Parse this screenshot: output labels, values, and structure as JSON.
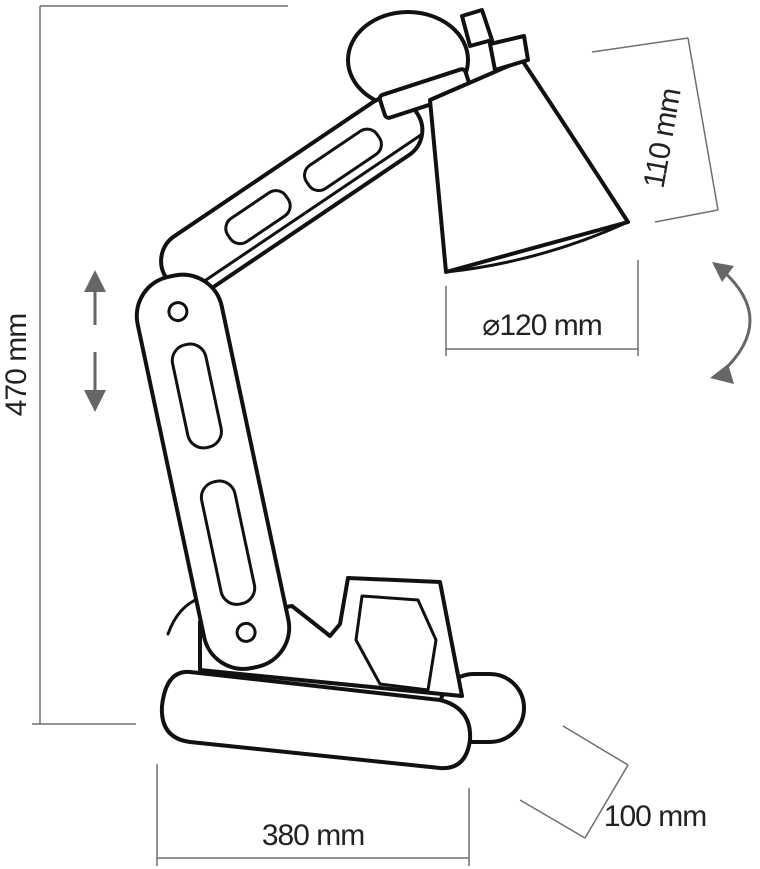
{
  "dimensions": {
    "height": "470 mm",
    "shade_height": "110 mm",
    "shade_diameter": "⌀120 mm",
    "base_length": "380 mm",
    "base_depth": "100 mm"
  },
  "colors": {
    "outline": "#111111",
    "dimension_line": "#6e6e6e",
    "arrow": "#666666"
  },
  "icons": {
    "vertical_adjust": "up-down-arrows-icon",
    "rotate": "rotate-arrow-icon"
  }
}
